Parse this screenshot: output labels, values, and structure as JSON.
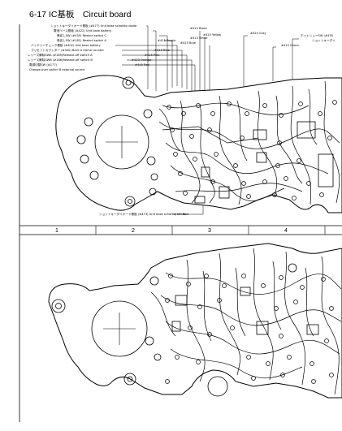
{
  "page": {
    "title": "6-17 IC基板　Circuit board"
  },
  "top_labels": {
    "left_block": [
      "ショットキーダイオード基板 (#477) Unit base schottky diode",
      "電池ベース基板 (#422) Unit base battery",
      "巻戻しSW (#450) Rewind switch C",
      "巻戻しSW (#181) Rewind switch A",
      "バッテリーチェック基板 (#402) Unit base battery",
      "プリセットカウンター (#340) Back A frame counter",
      "レリーズ解除SWA (#185)Release-off switch A",
      "レリーズ解除SWB (#186)Release-off switch B",
      "電源切替SW (#177)",
      "Change-over switch B external source"
    ],
    "wires_left": [
      "#415 Yellow",
      "#413 Black",
      "#413 White",
      "#415 Blue",
      "#415 Purple",
      "#415 Blue",
      "#415 Pink",
      "#433 Orange",
      "#445 Red"
    ],
    "wires_right": [
      "#420 Gray",
      "ホットシューSW (#478",
      "ショットキーダイ",
      "#415 Green"
    ],
    "bottom_label": "ショットキーダイオード基板 (#473) Unit base schottky diode",
    "bottom_wire": "#445 Red"
  },
  "grid": {
    "columns": [
      "1",
      "2",
      "3",
      "4"
    ]
  }
}
